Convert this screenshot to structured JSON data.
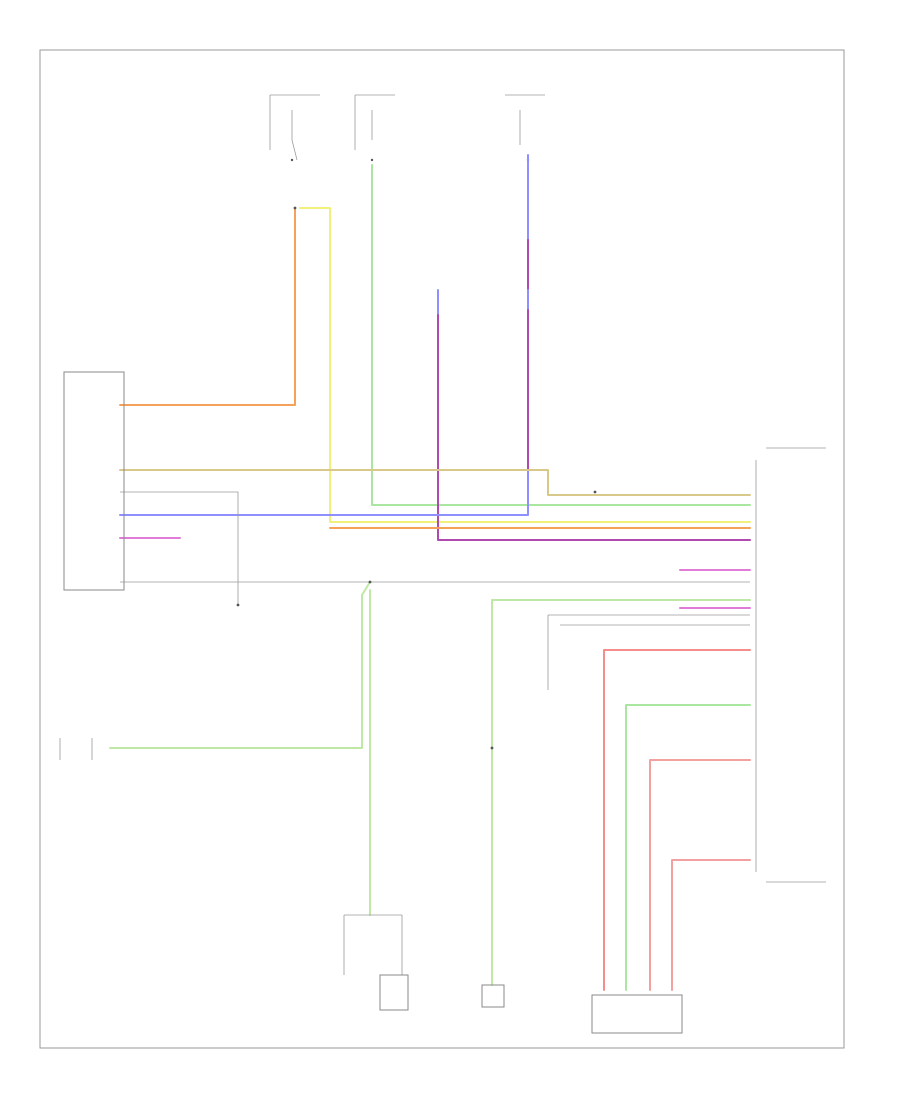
{
  "diagram": {
    "page_id": "",
    "colors": {
      "orange": "#f6a15a",
      "yellow": "#f1f07a",
      "green": "#a9e7a0",
      "blue": "#8f8fff",
      "purple": "#b04ab0",
      "pink": "#f58d8d",
      "magenta": "#e07bd8",
      "tan": "#d8c98a",
      "grey": "#9a9a9a",
      "light_green": "#bfe8a4",
      "red": "#f2a0a0"
    },
    "components": [
      {
        "id": "comp-top-left-fuse",
        "label": ""
      },
      {
        "id": "comp-top-mid-fuse",
        "label": ""
      },
      {
        "id": "comp-top-right-fuse",
        "label": ""
      },
      {
        "id": "comp-left-module",
        "label": ""
      },
      {
        "id": "comp-right-connector",
        "label": ""
      },
      {
        "id": "comp-bottom-switch-a",
        "label": ""
      },
      {
        "id": "comp-bottom-switch-b",
        "label": ""
      },
      {
        "id": "comp-bottom-switch-c",
        "label": ""
      },
      {
        "id": "comp-bottom-right-module",
        "label": ""
      },
      {
        "id": "comp-left-sensor",
        "label": ""
      }
    ]
  }
}
